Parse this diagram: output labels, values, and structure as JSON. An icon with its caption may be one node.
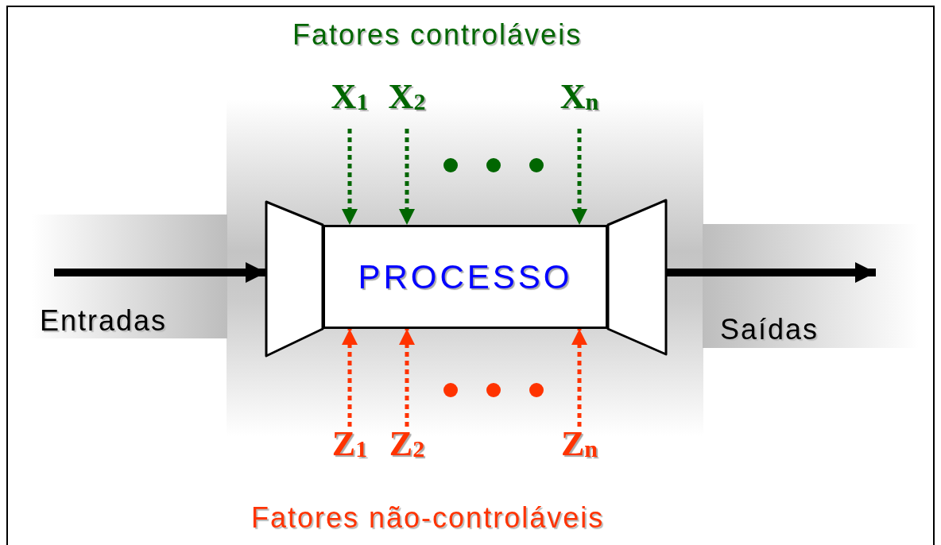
{
  "diagram": {
    "nodes": [
      {
        "text": [
          "X$_{1}$"
        ]
      },
      {
        "text": [
          "X$_{2}$"
        ]
      },
      {
        "text": [
          "X$_{n}$"
        ]
      },
      {
        "text": [
          "Entradas"
        ]
      },
      {
        "text": [],
        "shape": "trapezoid"
      },
      {
        "text": [
          "PROCESSO"
        ]
      },
      {
        "text": [],
        "shape": "trapezoid"
      },
      {
        "text": [
          "Saídas"
        ]
      },
      {
        "text": [
          "Z$_{1}$"
        ]
      },
      {
        "text": [
          "Z$_{2}$"
        ]
      },
      {
        "text": [
          "Z$_{n}$"
        ]
      }
    ],
    "edges": [
      {
        "from": 3,
        "to": 4,
        "arrow": "to",
        "style": "thick",
        "color": "#000000"
      },
      {
        "from": 0,
        "to": 5,
        "arrow": "to",
        "style": "dashed",
        "color": "#006600"
      },
      {
        "from": 1,
        "to": 5,
        "arrow": "to",
        "style": "dashed",
        "color": "#006600"
      },
      {
        "from": 2,
        "to": 5,
        "arrow": "to",
        "style": "dashed",
        "color": "#006600"
      },
      {
        "from": 8,
        "to": 5,
        "arrow": "to",
        "style": "dashed",
        "color": "#ff3300"
      },
      {
        "from": 9,
        "to": 5,
        "arrow": "to",
        "style": "dashed",
        "color": "#ff3300"
      },
      {
        "from": 10,
        "to": 5,
        "arrow": "to",
        "style": "dashed",
        "color": "#ff3300"
      },
      {
        "from": 6,
        "to": 7,
        "arrow": "to",
        "style": "thick",
        "color": "#000000"
      }
    ],
    "labels": [
      "Fatores controláveis",
      "Fatores não-controláveis"
    ]
  }
}
